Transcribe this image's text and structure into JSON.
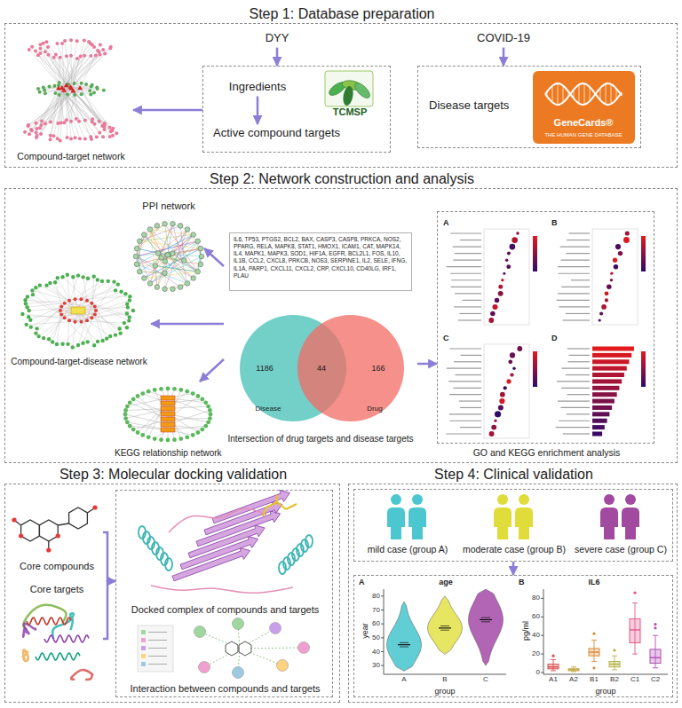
{
  "diagram": {
    "nodes": [
      {
        "text": [
          "Step 1: Database preparation"
        ]
      },
      {
        "text": [
          "Compound-target network"
        ],
        "in": 0
      },
      {
        "text": [
          "DYY"
        ],
        "in": 0
      },
      {
        "text": [
          "COVID-19"
        ],
        "in": 0
      },
      {
        "text": [
          "TCMSP"
        ],
        "in": 0
      },
      {
        "text": [
          "Ingredients"
        ],
        "in": 4
      },
      {
        "text": [
          "Active compound targets"
        ],
        "in": 4
      },
      {
        "text": [
          "Disease targets"
        ],
        "in": 0
      },
      {
        "text": [
          "Step 2: Network construction and analysis"
        ]
      },
      {
        "text": [
          "PPI network"
        ],
        "in": 8
      },
      {
        "text": [
          "Compound-target-disease network"
        ],
        "in": 8
      },
      {
        "text": [
          "KEGG relationship network"
        ],
        "in": 8
      },
      {
        "text": [
          "Intersection of drug targets and disease targets"
        ],
        "in": 8
      },
      {
        "text": [
          "IL6, TP53, PTGS2, BCL2, BAX, CASP3, CASP8, PRKCA, NOS2, PPARG, RELA, MAPK8, STAT1, HMOX1, ICAM1, CAT, MAPK14, IL4, MAPK1, MAPK3, SOD1, HIF1A, EGFR, BCL2L1, FOS, IL10, IL1B, CCL2, CXCL8, PRKCB, NOS3, SERPINE1, IL2, SELE, IFNG, IL1A, PARP1, CXCL11, CXCL2, CRP, CXCL10, CD40LG, IRF1, PLAU"
        ],
        "in": 12
      },
      {
        "text": [
          "GO and KEGG enrichment analysis"
        ],
        "in": 8
      },
      {
        "text": [
          "Step 3: Molecular docking validation"
        ]
      },
      {
        "text": [
          "Core compounds"
        ],
        "in": 15
      },
      {
        "text": [
          "Core targets"
        ],
        "in": 15
      },
      {
        "text": [
          "Docked complex of compounds and targets",
          "Interaction between compounds and targets"
        ],
        "in": 15
      },
      {
        "text": [
          "Step 4: Clinical validation"
        ]
      },
      {
        "text": [
          "mild case (group A)",
          "moderate case (group B)",
          "severe case (group C)"
        ],
        "in": 19
      },
      {
        "text": [
          "age",
          "IL6"
        ],
        "in": 19
      }
    ],
    "edges": [
      {
        "from": 2,
        "to": 4,
        "arrow": "to"
      },
      {
        "from": 3,
        "to": 7,
        "arrow": "to"
      },
      {
        "from": 5,
        "to": 6,
        "arrow": "to"
      },
      {
        "from": 4,
        "to": 1,
        "arrow": "to"
      },
      {
        "from": 12,
        "to": 9,
        "arrow": "to"
      },
      {
        "from": 12,
        "to": 10,
        "arrow": "to"
      },
      {
        "from": 12,
        "to": 11,
        "arrow": "to"
      },
      {
        "from": 12,
        "to": 14,
        "arrow": "to"
      },
      {
        "from": 16,
        "to": 18,
        "arrow": "to"
      },
      {
        "from": 17,
        "to": 18,
        "arrow": "to"
      },
      {
        "from": 20,
        "to": 21,
        "arrow": "to"
      }
    ],
    "labels": [
      "GeneCards®",
      "THE HUMAN GENE DATABASE",
      "1186",
      "44",
      "166",
      "Disease",
      "Drug",
      "A",
      "B",
      "C",
      "D",
      "A",
      "year",
      "80",
      "70",
      "60",
      "50",
      "40",
      "30",
      "A",
      "B",
      "C",
      "group",
      "B",
      "pg/ml",
      "80",
      "60",
      "40",
      "20",
      "0",
      "A1",
      "A2",
      "B1",
      "B2",
      "C1",
      "C2",
      "group"
    ]
  }
}
